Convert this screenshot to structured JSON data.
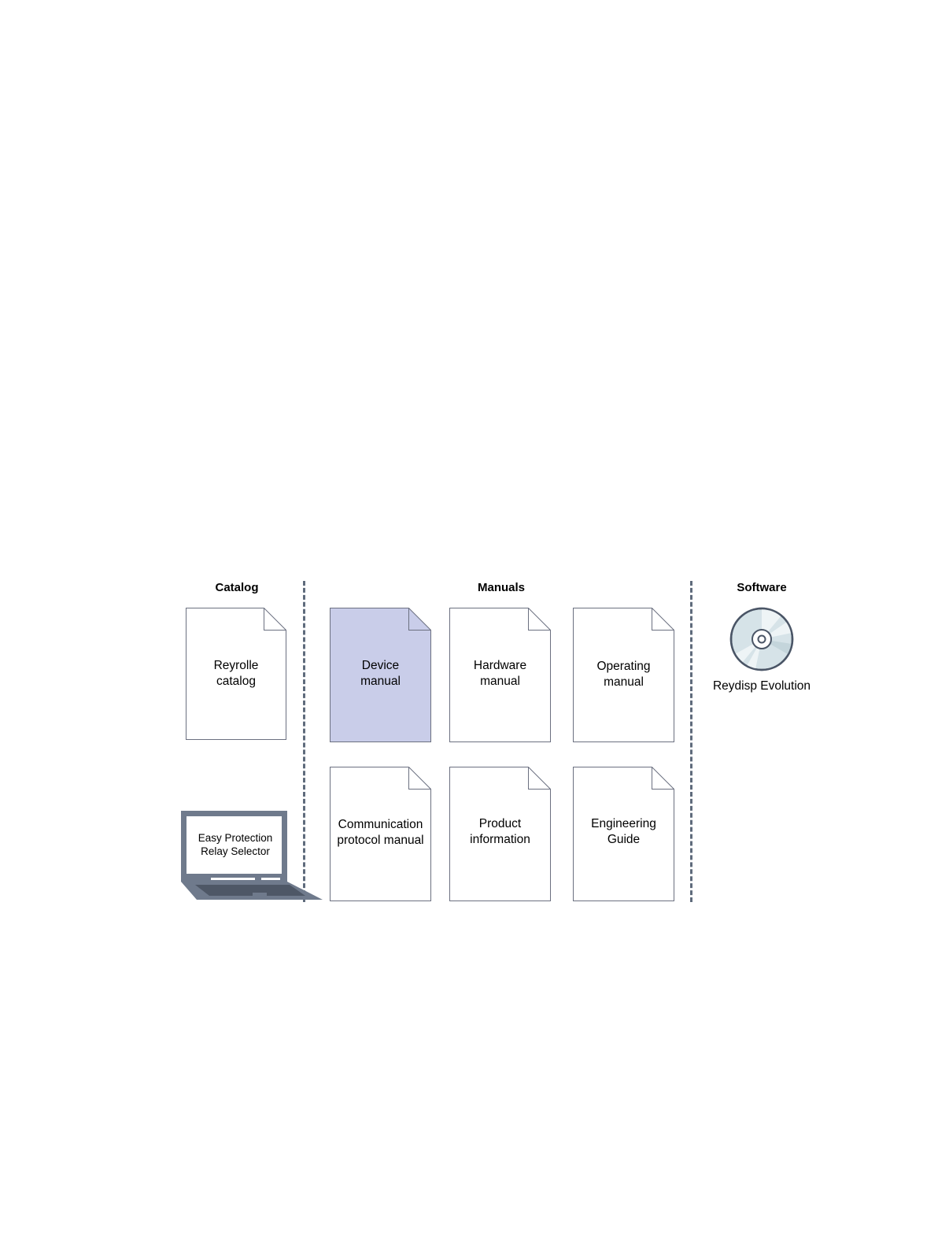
{
  "headings": {
    "catalog": "Catalog",
    "manuals": "Manuals",
    "software": "Software"
  },
  "catalog": {
    "reyrolle_catalog": "Reyrolle\ncatalog",
    "relay_selector": "Easy Protection\nRelay Selector"
  },
  "manuals": {
    "device_manual": "Device\nmanual",
    "hardware_manual": "Hardware\nmanual",
    "operating_manual": "Operating\nmanual",
    "communication_protocol_manual": "Communication\nprotocol manual",
    "product_information": "Product\ninformation",
    "engineering_guide": "Engineering\nGuide"
  },
  "software": {
    "reydisp_evolution": "Reydisp Evolution"
  },
  "colors": {
    "highlight_fill": "#c9cde9",
    "document_stroke": "#6b7080",
    "divider": "#5f6b7c",
    "laptop": "#6f7a8c",
    "cd_fill": "#d6e3e8"
  }
}
